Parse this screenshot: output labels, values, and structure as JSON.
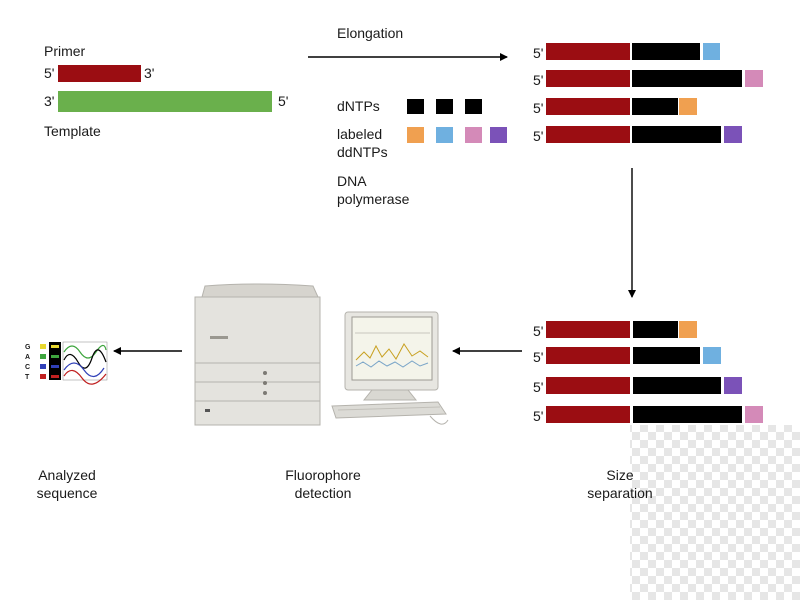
{
  "colors": {
    "primer": "#9b0d12",
    "template": "#6ab04c",
    "extension": "#000000",
    "orange": "#f0a050",
    "blue": "#6fb0e0",
    "pink": "#d48ab8",
    "purple": "#7b52b8",
    "arrow": "#000000"
  },
  "setup": {
    "primer_label": "Primer",
    "primer_left": "5'",
    "primer_right": "3'",
    "template_left": "3'",
    "template_right": "5'",
    "template_label": "Template"
  },
  "elongation_label": "Elongation",
  "reagents": {
    "dntps": "dNTPs",
    "labeled": "labeled",
    "ddntps": "ddNTPs",
    "dna": "DNA",
    "polymerase": "polymerase"
  },
  "strand_end_label": "5'",
  "fragments_top": [
    "blue",
    "pink",
    "orange",
    "purple"
  ],
  "fragments_sorted": [
    "orange",
    "blue",
    "purple",
    "pink"
  ],
  "gel_letters": [
    "G",
    "A",
    "C",
    "T"
  ],
  "stages": {
    "analyzed_1": "Analyzed",
    "analyzed_2": "sequence",
    "fluoro_1": "Fluorophore",
    "fluoro_2": "detection",
    "size_1": "Size",
    "size_2": "separation"
  }
}
